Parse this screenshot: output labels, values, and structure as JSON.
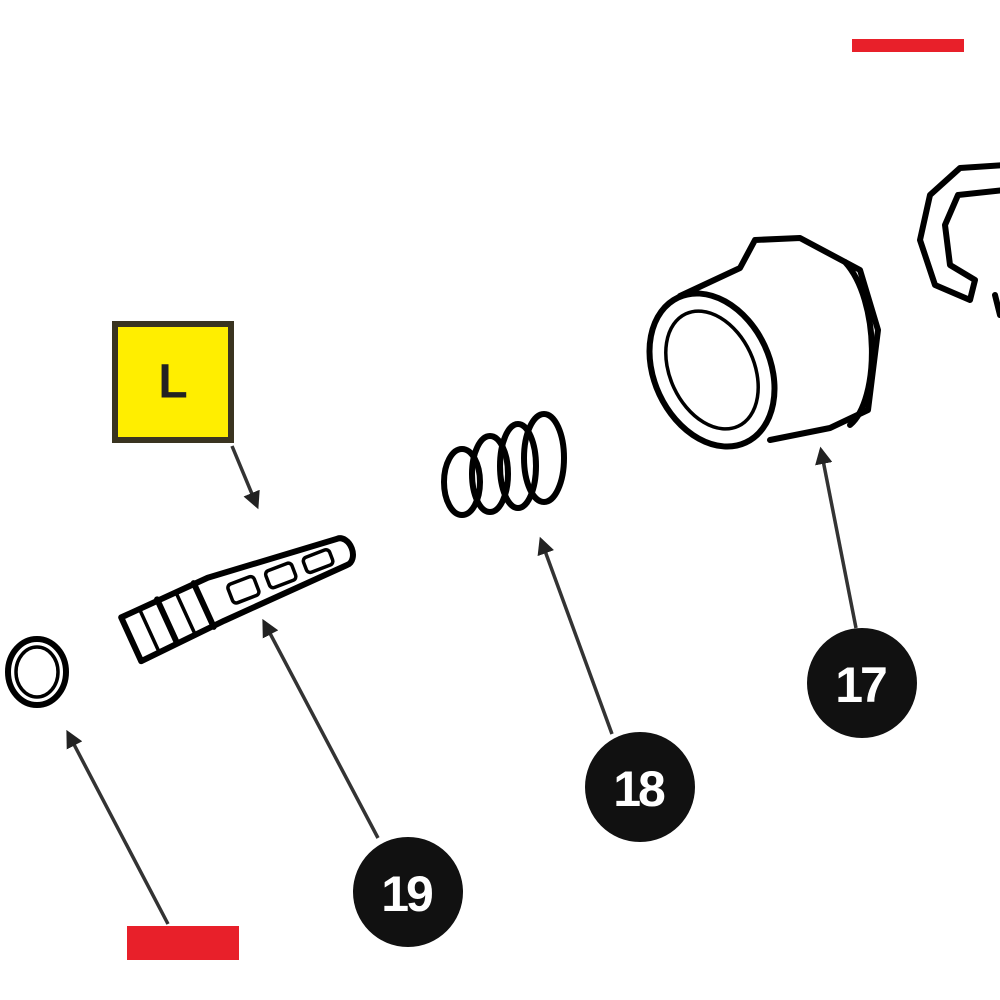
{
  "diagram": {
    "label_box": {
      "text": "L",
      "color": "#FFEE00"
    },
    "callouts": [
      {
        "id": "19",
        "text": "19"
      },
      {
        "id": "18",
        "text": "18"
      },
      {
        "id": "17",
        "text": "17"
      }
    ],
    "marker_color": "#E8202A"
  }
}
